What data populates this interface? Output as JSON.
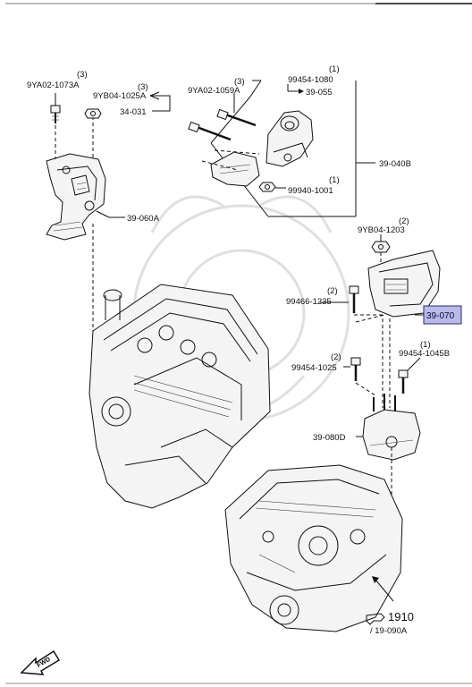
{
  "fwd_label": "FWD",
  "labels": {
    "bolt_1073a": {
      "qty": "(3)",
      "part": "9YA02-1073A"
    },
    "nut_1025a": {
      "qty": "(3)",
      "part": "9YB04-1025A"
    },
    "stabilizer": {
      "part": "34-031"
    },
    "bolt_1059a": {
      "qty": "(3)",
      "part": "9YA02-1059A"
    },
    "bolt_1080": {
      "qty": "(1)",
      "part": "99454-1080"
    },
    "mount_055": {
      "part": "39-055"
    },
    "mount_040b": {
      "part": "39-040B"
    },
    "nut_1001": {
      "qty": "(1)",
      "part": "99940-1001"
    },
    "mount_060a": {
      "part": "39-060A"
    },
    "nut_1203": {
      "qty": "(2)",
      "part": "9YB04-1203"
    },
    "bolt_1235": {
      "qty": "(2)",
      "part": "99466-1235"
    },
    "mount_070": {
      "part": "39-070"
    },
    "bolt_1045b": {
      "qty": "(1)",
      "part": "99454-1045B"
    },
    "bolt_1025": {
      "qty": "(2)",
      "part": "99454-1025"
    },
    "bracket_080d": {
      "part": "39-080D"
    },
    "transmission": {
      "ref": "1910",
      "part": "/ 19-090A"
    }
  },
  "colors": {
    "highlight_fill": "#b9b9ea",
    "highlight_border": "#2a2a6a",
    "ink": "#111111"
  }
}
